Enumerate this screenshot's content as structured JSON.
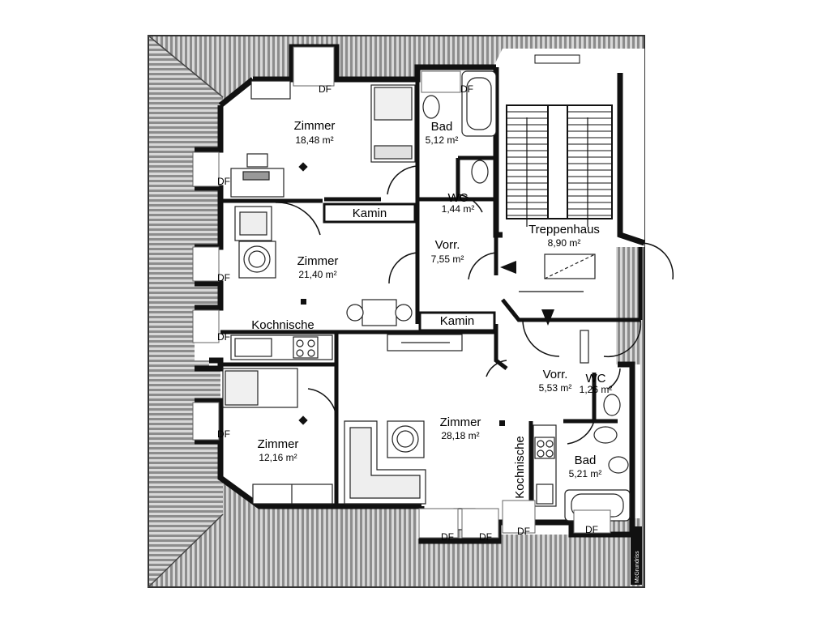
{
  "rooms": [
    {
      "key": "zimmer1",
      "name": "Zimmer",
      "area": "18,48 m²"
    },
    {
      "key": "bad1",
      "name": "Bad",
      "area": "5,12 m²"
    },
    {
      "key": "wc1",
      "name": "WC",
      "area": "1,44 m²"
    },
    {
      "key": "treppenhaus",
      "name": "Treppenhaus",
      "area": "8,90 m²"
    },
    {
      "key": "zimmer2",
      "name": "Zimmer",
      "area": "21,40 m²"
    },
    {
      "key": "vorr1",
      "name": "Vorr.",
      "area": "7,55 m²"
    },
    {
      "key": "zimmer3",
      "name": "Zimmer",
      "area": "28,18 m²"
    },
    {
      "key": "vorr2",
      "name": "Vorr.",
      "area": "5,53 m²"
    },
    {
      "key": "wc2",
      "name": "WC",
      "area": "1,26 m²"
    },
    {
      "key": "zimmer4",
      "name": "Zimmer",
      "area": "12,16 m²"
    },
    {
      "key": "bad2",
      "name": "Bad",
      "area": "5,21 m²"
    }
  ],
  "labels": {
    "kamin": "Kamin",
    "kochnische": "Kochnische",
    "dachfenster": "DF",
    "brand": "McGrundriss"
  },
  "colors": {
    "wall": "#111111",
    "roof": "#9a9a9a",
    "background": "#ffffff"
  }
}
